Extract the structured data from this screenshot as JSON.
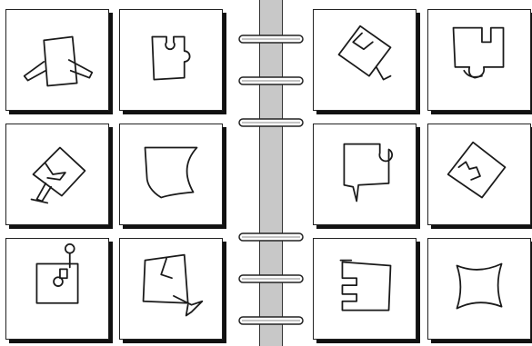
{
  "page": {
    "background": "#ffffff",
    "spine_color": "#c8c8c8",
    "ink_color": "#1a1a1a"
  },
  "left_page": {
    "cards": [
      {
        "shape": "tilted-square-with-slit-tabs"
      },
      {
        "shape": "square-with-notch-and-knob"
      },
      {
        "shape": "rotated-square-with-notch-and-stem"
      },
      {
        "shape": "shield-with-concave-side"
      },
      {
        "shape": "square-with-lollipop-key"
      },
      {
        "shape": "square-with-folded-corner-and-tail"
      }
    ]
  },
  "right_page": {
    "cards": [
      {
        "shape": "rotated-square-with-notch-and-foot"
      },
      {
        "shape": "tab-with-hook-bottom"
      },
      {
        "shape": "square-with-round-notch-and-stem"
      },
      {
        "shape": "rotated-square-with-step-notch"
      },
      {
        "shape": "e-shaped-comb"
      },
      {
        "shape": "bow-tie-shape"
      }
    ]
  },
  "binder": {
    "ring_count": 6
  }
}
